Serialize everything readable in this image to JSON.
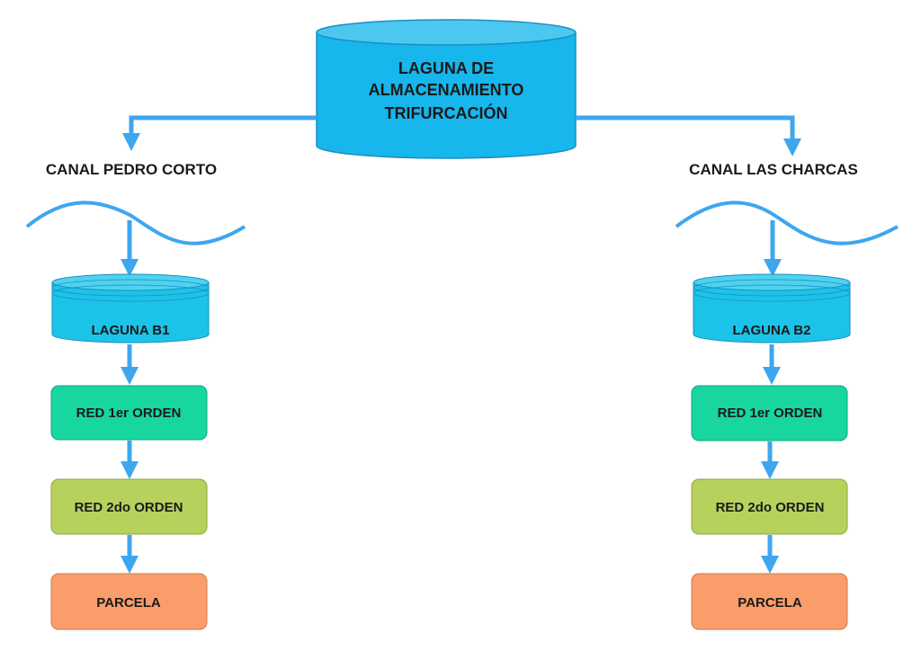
{
  "top_tank": {
    "lines": [
      "LAGUNA DE",
      "ALMACENAMIENTO",
      "TRIFURCACIÓN"
    ],
    "color": "#17b6ec"
  },
  "left": {
    "canal": "CANAL PEDRO CORTO",
    "laguna": "LAGUNA B1",
    "red1": "RED 1er ORDEN",
    "red2": "RED 2do ORDEN",
    "parcela": "PARCELA"
  },
  "right": {
    "canal": "CANAL LAS CHARCAS",
    "laguna": "LAGUNA B2",
    "red1": "RED 1er ORDEN",
    "red2": "RED 2do ORDEN",
    "parcela": "PARCELA"
  },
  "colors": {
    "arrow": "#3ea6ef",
    "laguna": "#1cc3e8",
    "red1": "#18d6a0",
    "red2": "#b6d25c",
    "parcela": "#fa9d6b",
    "wave": "#3ea6ef"
  }
}
